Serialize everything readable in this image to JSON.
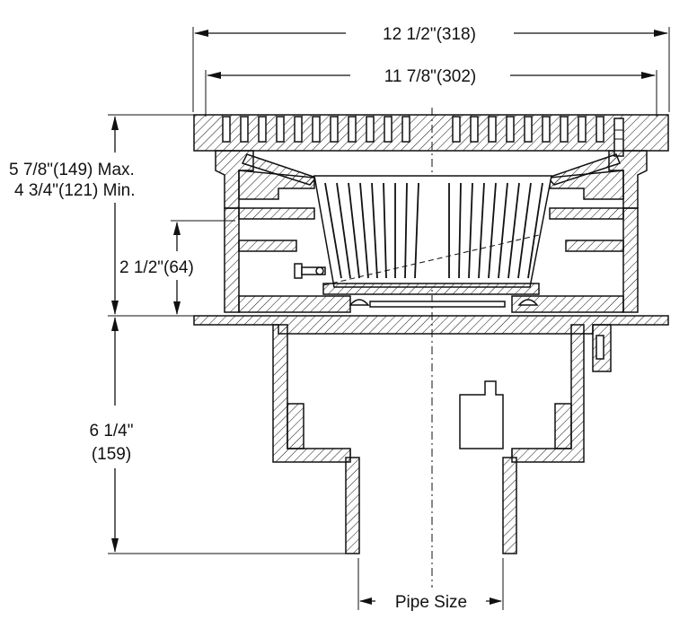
{
  "dimensions": {
    "overall_width": "12 1/2\"(318)",
    "grate_width": "11 7/8\"(302)",
    "height_max": "5 7/8\"(149) Max.",
    "height_min": "4 3/4\"(121) Min.",
    "adjustment": "2 1/2\"(64)",
    "body_height_1": "6 1/4\"",
    "body_height_2": "(159)",
    "pipe_size": "Pipe Size"
  }
}
